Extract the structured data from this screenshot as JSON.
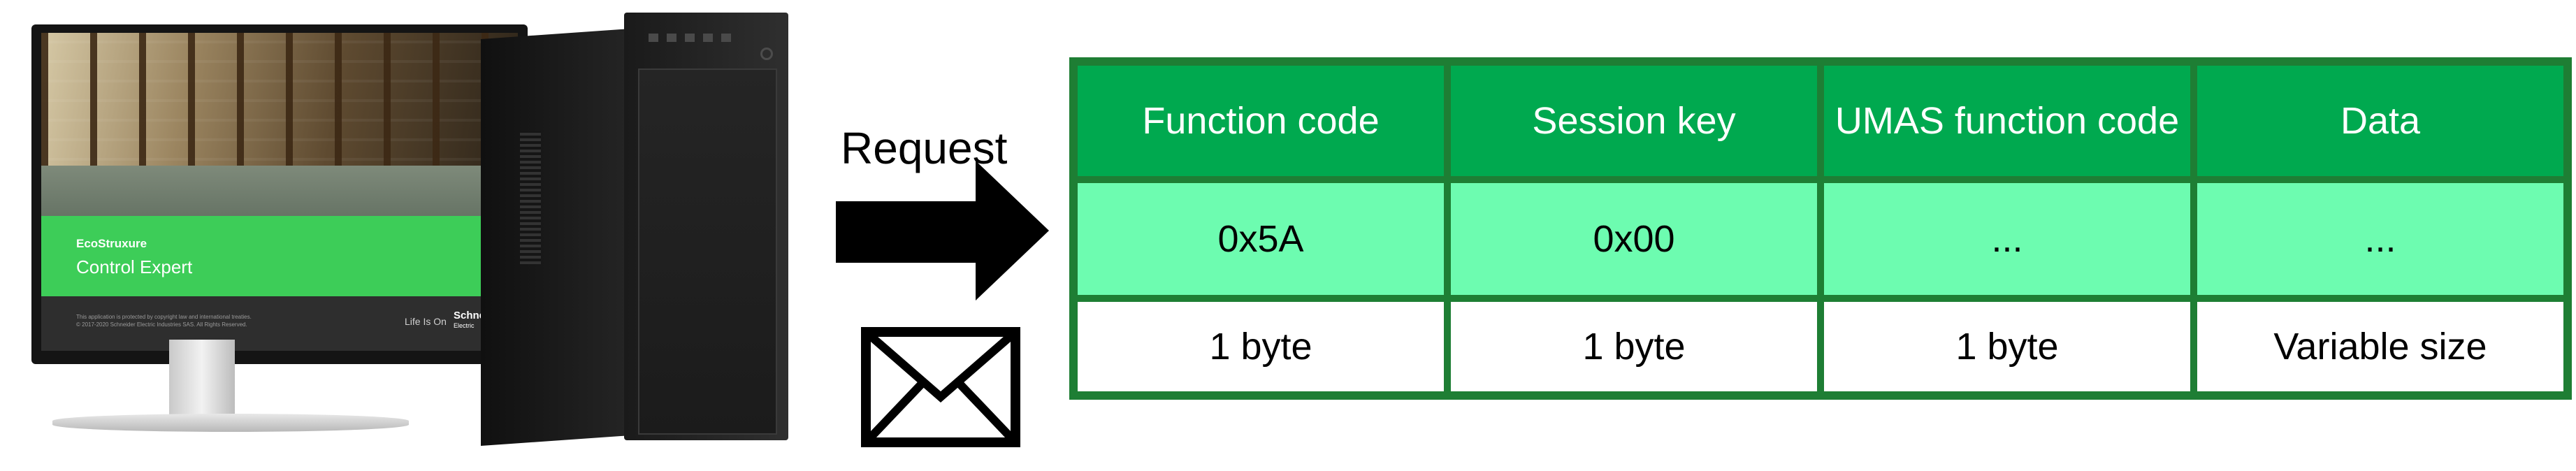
{
  "monitor": {
    "brand_small": "EcoStruxure",
    "brand_big": "Control Expert",
    "legal_line_1": "This application is protected by copyright law and international treaties.",
    "legal_line_2": "© 2017-2020 Schneider Electric Industries SAS. All Rights Reserved.",
    "tagline": "Life Is On",
    "vendor": "Schneider",
    "vendor_sub": "Electric"
  },
  "request_label": "Request",
  "table": {
    "headers": [
      "Function code",
      "Session key",
      "UMAS function code",
      "Data"
    ],
    "values": [
      "0x5A",
      "0x00",
      "...",
      "..."
    ],
    "sizes": [
      "1 byte",
      "1 byte",
      "1 byte",
      "Variable size"
    ]
  },
  "colors": {
    "frame": "#1e7e34",
    "header_fill": "#00a94f",
    "value_fill": "#6dfcb0",
    "size_fill": "#ffffff",
    "screen_green": "#3dcd58"
  },
  "icons": [
    "monitor-icon",
    "pc-tower-icon",
    "arrow-right-icon",
    "envelope-icon"
  ]
}
